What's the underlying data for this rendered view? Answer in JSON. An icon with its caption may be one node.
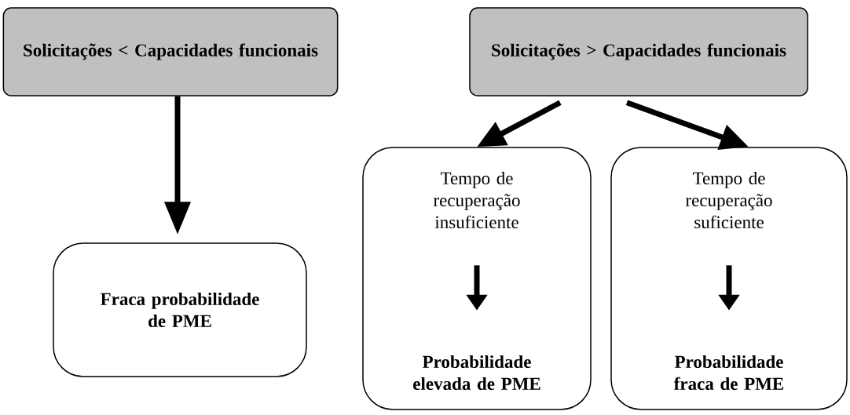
{
  "diagram": {
    "nodes": [
      {
        "text": [
          "Solicitações < Capacidades funcionais"
        ]
      },
      {
        "text": [
          "Fraca probabilidade de PME"
        ]
      },
      {
        "text": [
          "Solicitações > Capacidades funcionais"
        ]
      },
      {
        "text": [],
        "shape": "box"
      },
      {
        "text": [
          "Tempo de recuperação insuficiente"
        ],
        "in": 3
      },
      {
        "text": [
          "Probabilidade elevada de PME"
        ],
        "in": 3
      },
      {
        "text": [],
        "shape": "box"
      },
      {
        "text": [
          "Tempo de recuperação suficiente"
        ],
        "in": 6
      },
      {
        "text": [
          "Probabilidade fraca de PME"
        ],
        "in": 6
      }
    ],
    "edges": [
      {
        "from": 0,
        "to": 1,
        "arrow": "to"
      },
      {
        "from": 2,
        "to": 3,
        "arrow": "to"
      },
      {
        "from": 2,
        "to": 6,
        "arrow": "to"
      },
      {
        "from": 4,
        "to": 5,
        "arrow": "to"
      },
      {
        "from": 7,
        "to": 8,
        "arrow": "to"
      }
    ]
  }
}
